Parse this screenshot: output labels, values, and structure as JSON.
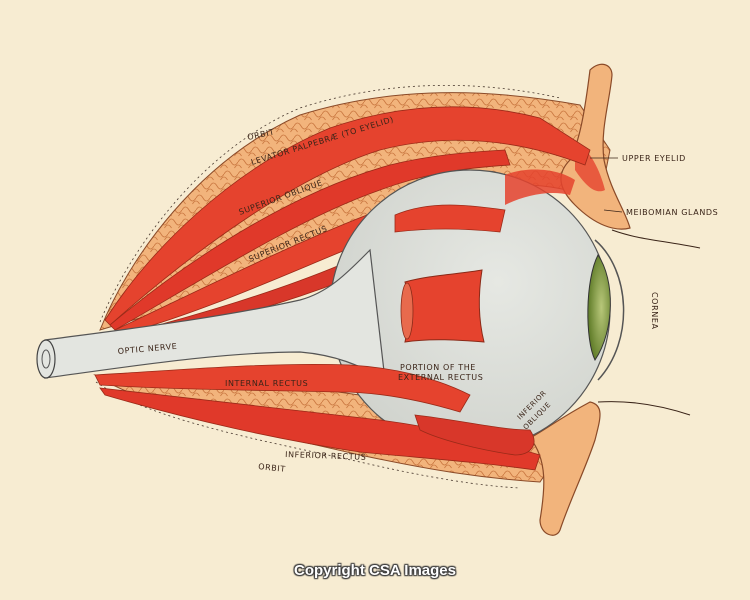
{
  "labels": {
    "orbit_top": "ORBIT",
    "levator": "LEVATOR PALPEBRÆ (TO EYELID)",
    "superior_oblique": "SUPERIOR OBLIQUE",
    "superior_rectus": "SUPERIOR RECTUS",
    "optic_nerve": "OPTIC NERVE",
    "internal_rectus": "INTERNAL RECTUS",
    "inferior_rectus": "INFERIOR RECTUS",
    "orbit_bottom": "ORBIT",
    "external_rectus_line1": "PORTION OF THE",
    "external_rectus_line2": "EXTERNAL RECTUS",
    "upper_eyelid": "UPPER EYELID",
    "meibomian_glands": "MEIBOMIAN GLANDS",
    "cornea": "CORNEA",
    "inferior_oblique_line1": "INFERIOR",
    "inferior_oblique_line2": "OBLIQUE"
  },
  "watermark": "Copyright CSA Images",
  "colors": {
    "background": "#f7ecd2",
    "muscle": "#e5432e",
    "fat": "#f2b47c",
    "eyeball": "#d9dbd6",
    "iris": "#7f9a3a"
  }
}
